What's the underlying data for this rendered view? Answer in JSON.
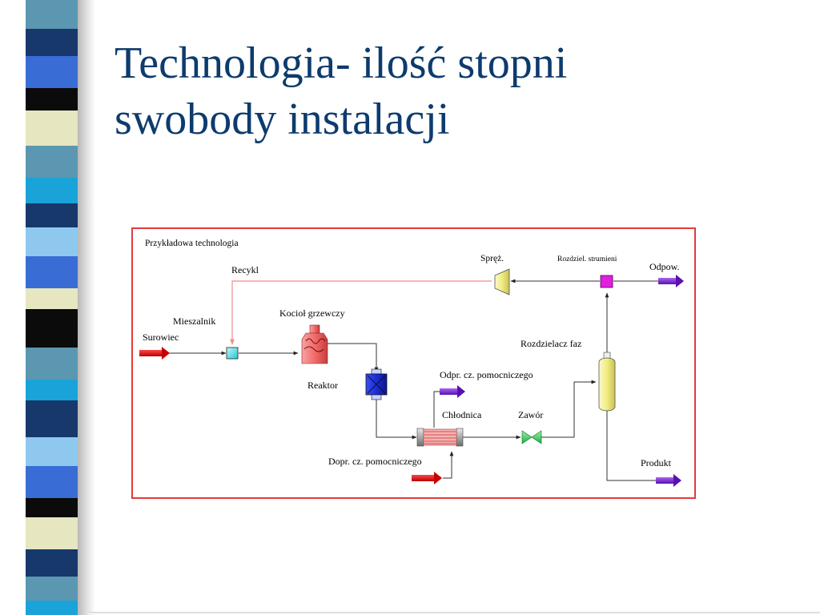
{
  "slide": {
    "title_line1": "Technologia- ilość stopni",
    "title_line2": "swobody instalacji"
  },
  "colors": {
    "title": "#0d3b6e",
    "frame": "#e23b3b",
    "recycle_line": "#f08c8c",
    "feed_arrow": "#e01010",
    "product_arrow": "#7a1fd6",
    "mixer": "#40e0e8",
    "splitter": "#e020e0",
    "compressor": "#f5f08c",
    "boiler": "#f07070",
    "reactor": "#1a2cd8",
    "separator": "#f5f08c",
    "valve": "#38d85a"
  },
  "diagram": {
    "caption": "Przykładowa technologia",
    "labels": {
      "recycle": "Recykl",
      "compressor": "Spręż.",
      "splitter": "Rozdziel. strumieni",
      "purge": "Odpow.",
      "boiler": "Kocioł grzewczy",
      "mixer": "Mieszalnik",
      "feed": "Surowiec",
      "phase_separator": "Rozdzielacz faz",
      "aux_out": "Odpr. cz. pomocniczego",
      "reactor": "Reaktor",
      "cooler": "Chłodnica",
      "valve": "Zawór",
      "aux_in": "Dopr. cz. pomocniczego",
      "product": "Produkt"
    },
    "icons": [
      "mixer-icon",
      "boiler-icon",
      "reactor-icon",
      "cooler-icon",
      "valve-icon",
      "separator-icon",
      "compressor-icon",
      "splitter-icon"
    ]
  }
}
